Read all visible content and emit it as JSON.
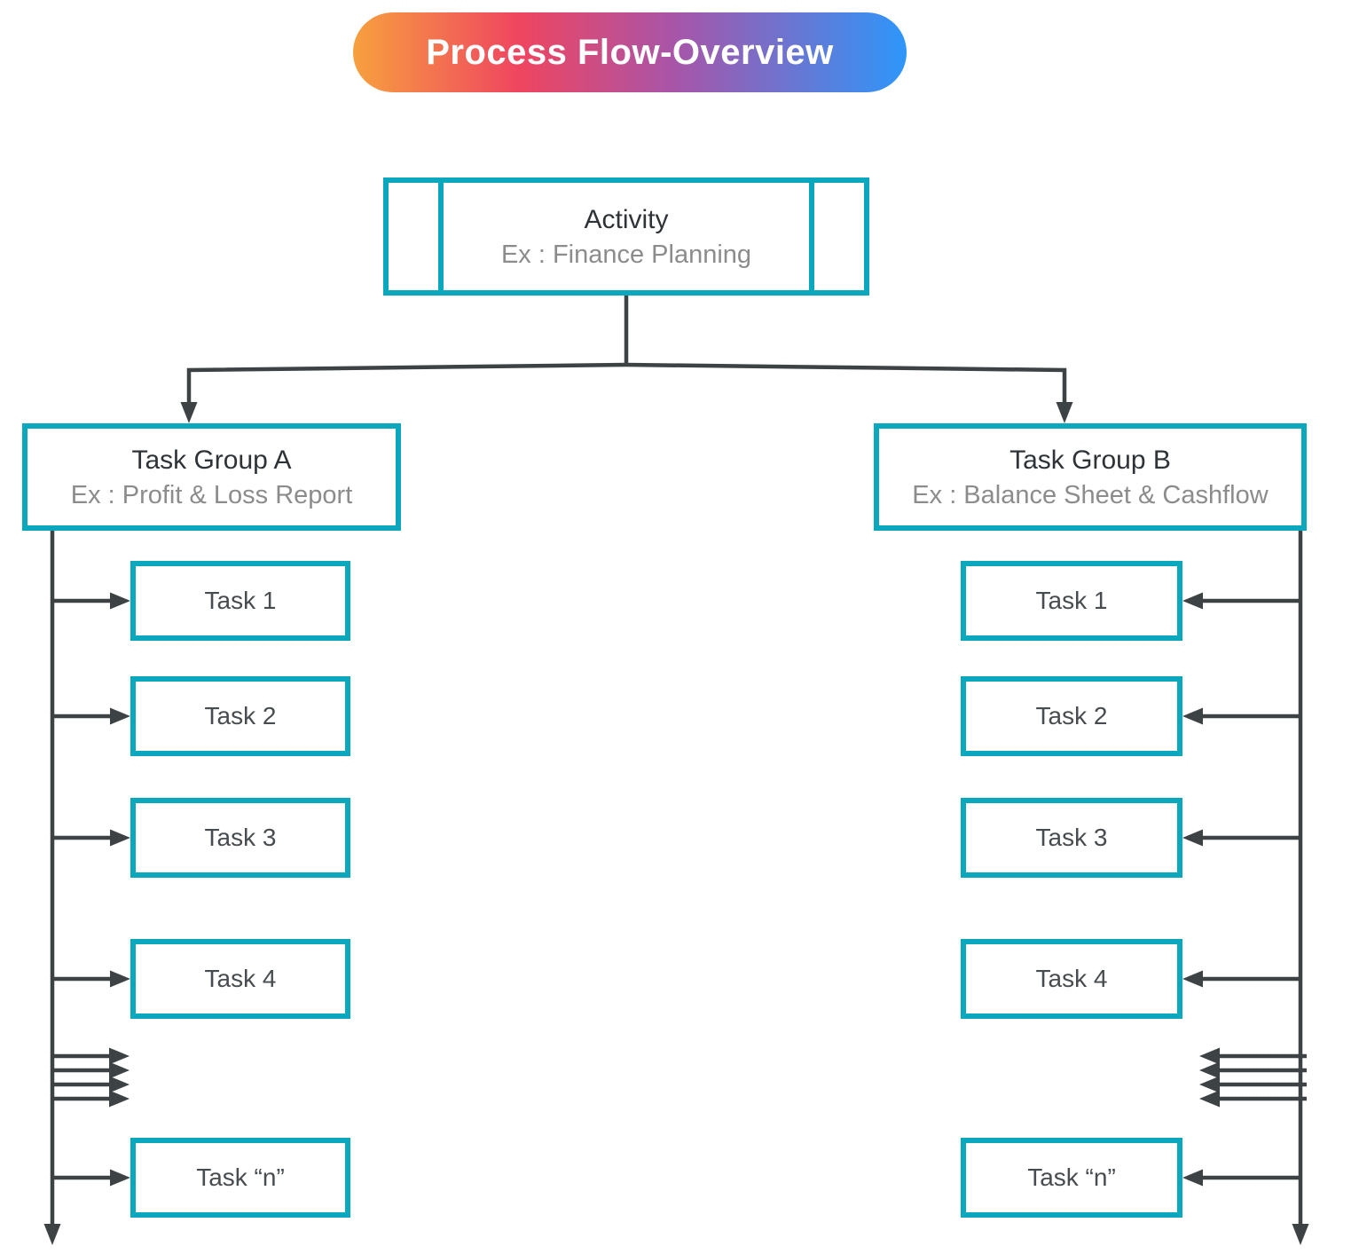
{
  "title": {
    "label": "Process Flow-Overview"
  },
  "activity": {
    "label": "Activity",
    "example": "Ex : Finance Planning"
  },
  "groups": [
    {
      "label": "Task Group A",
      "example": "Ex : Profit & Loss Report",
      "tasks": [
        "Task 1",
        "Task 2",
        "Task 3",
        "Task 4",
        "Task “n”"
      ]
    },
    {
      "label": "Task Group B",
      "example": "Ex : Balance Sheet & Cashflow",
      "tasks": [
        "Task 1",
        "Task 2",
        "Task 3",
        "Task 4",
        "Task “n”"
      ]
    }
  ],
  "colors": {
    "box_border_teal": "#0BA7BC",
    "connector_gray": "#3D4245",
    "title_text": "#FFFFFF",
    "title_gradient": [
      "#F7A03F",
      "#EF4560",
      "#A855A8",
      "#2E96FA"
    ],
    "label_dark": "#2E3338",
    "label_gray": "#8C8C8C"
  }
}
